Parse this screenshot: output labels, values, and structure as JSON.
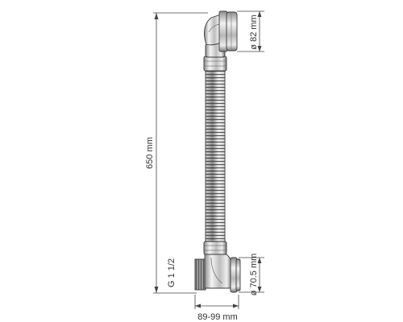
{
  "drawing": {
    "labels": {
      "total_length": "650 mm",
      "top_diameter": "ø 82 mm",
      "thread": "G 1 1/2",
      "bottom_diameter": "ø 70.5 mm",
      "width_range": "89-99 mm"
    },
    "colors": {
      "line": "#3a3a3a",
      "dimension": "#444444",
      "text": "#333333",
      "background": "#ffffff"
    }
  }
}
